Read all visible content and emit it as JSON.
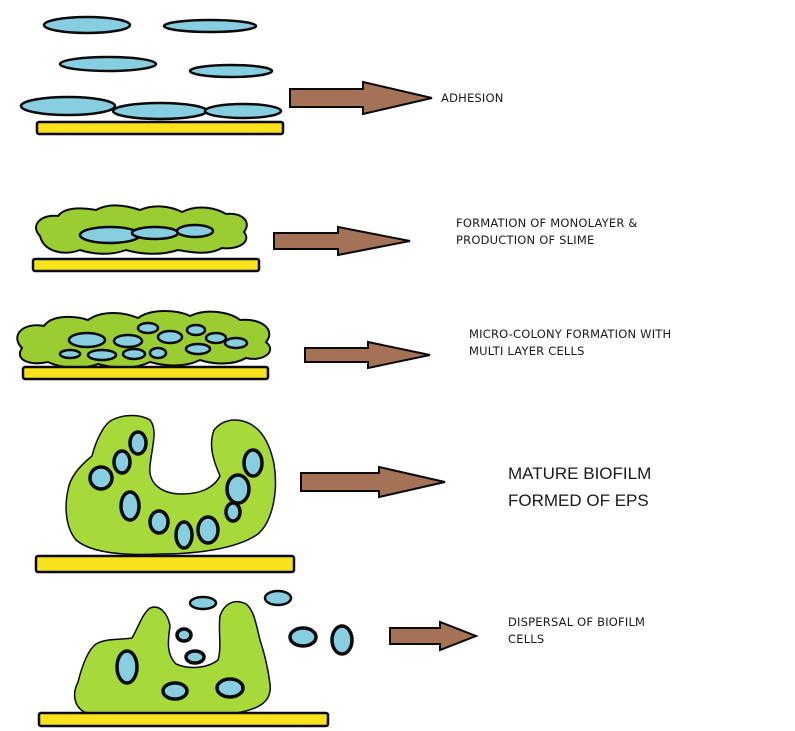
{
  "colors": {
    "cell": "#87cfe0",
    "slime": "#9acd32",
    "substrate": "#f7e21b",
    "arrow": "#a47356",
    "outline": "#0a0a0a"
  },
  "stages": [
    {
      "lines": [
        "ADHESION"
      ]
    },
    {
      "lines": [
        "FORMATION OF MONOLAYER &",
        "PRODUCTION OF SLIME"
      ]
    },
    {
      "lines": [
        "MICRO-COLONY FORMATION WITH",
        "MULTI LAYER CELLS"
      ]
    },
    {
      "lines": [
        "MATURE BIOFILM",
        "FORMED OF EPS"
      ]
    },
    {
      "lines": [
        "DISPERSAL OF BIOFILM",
        "CELLS"
      ]
    }
  ]
}
